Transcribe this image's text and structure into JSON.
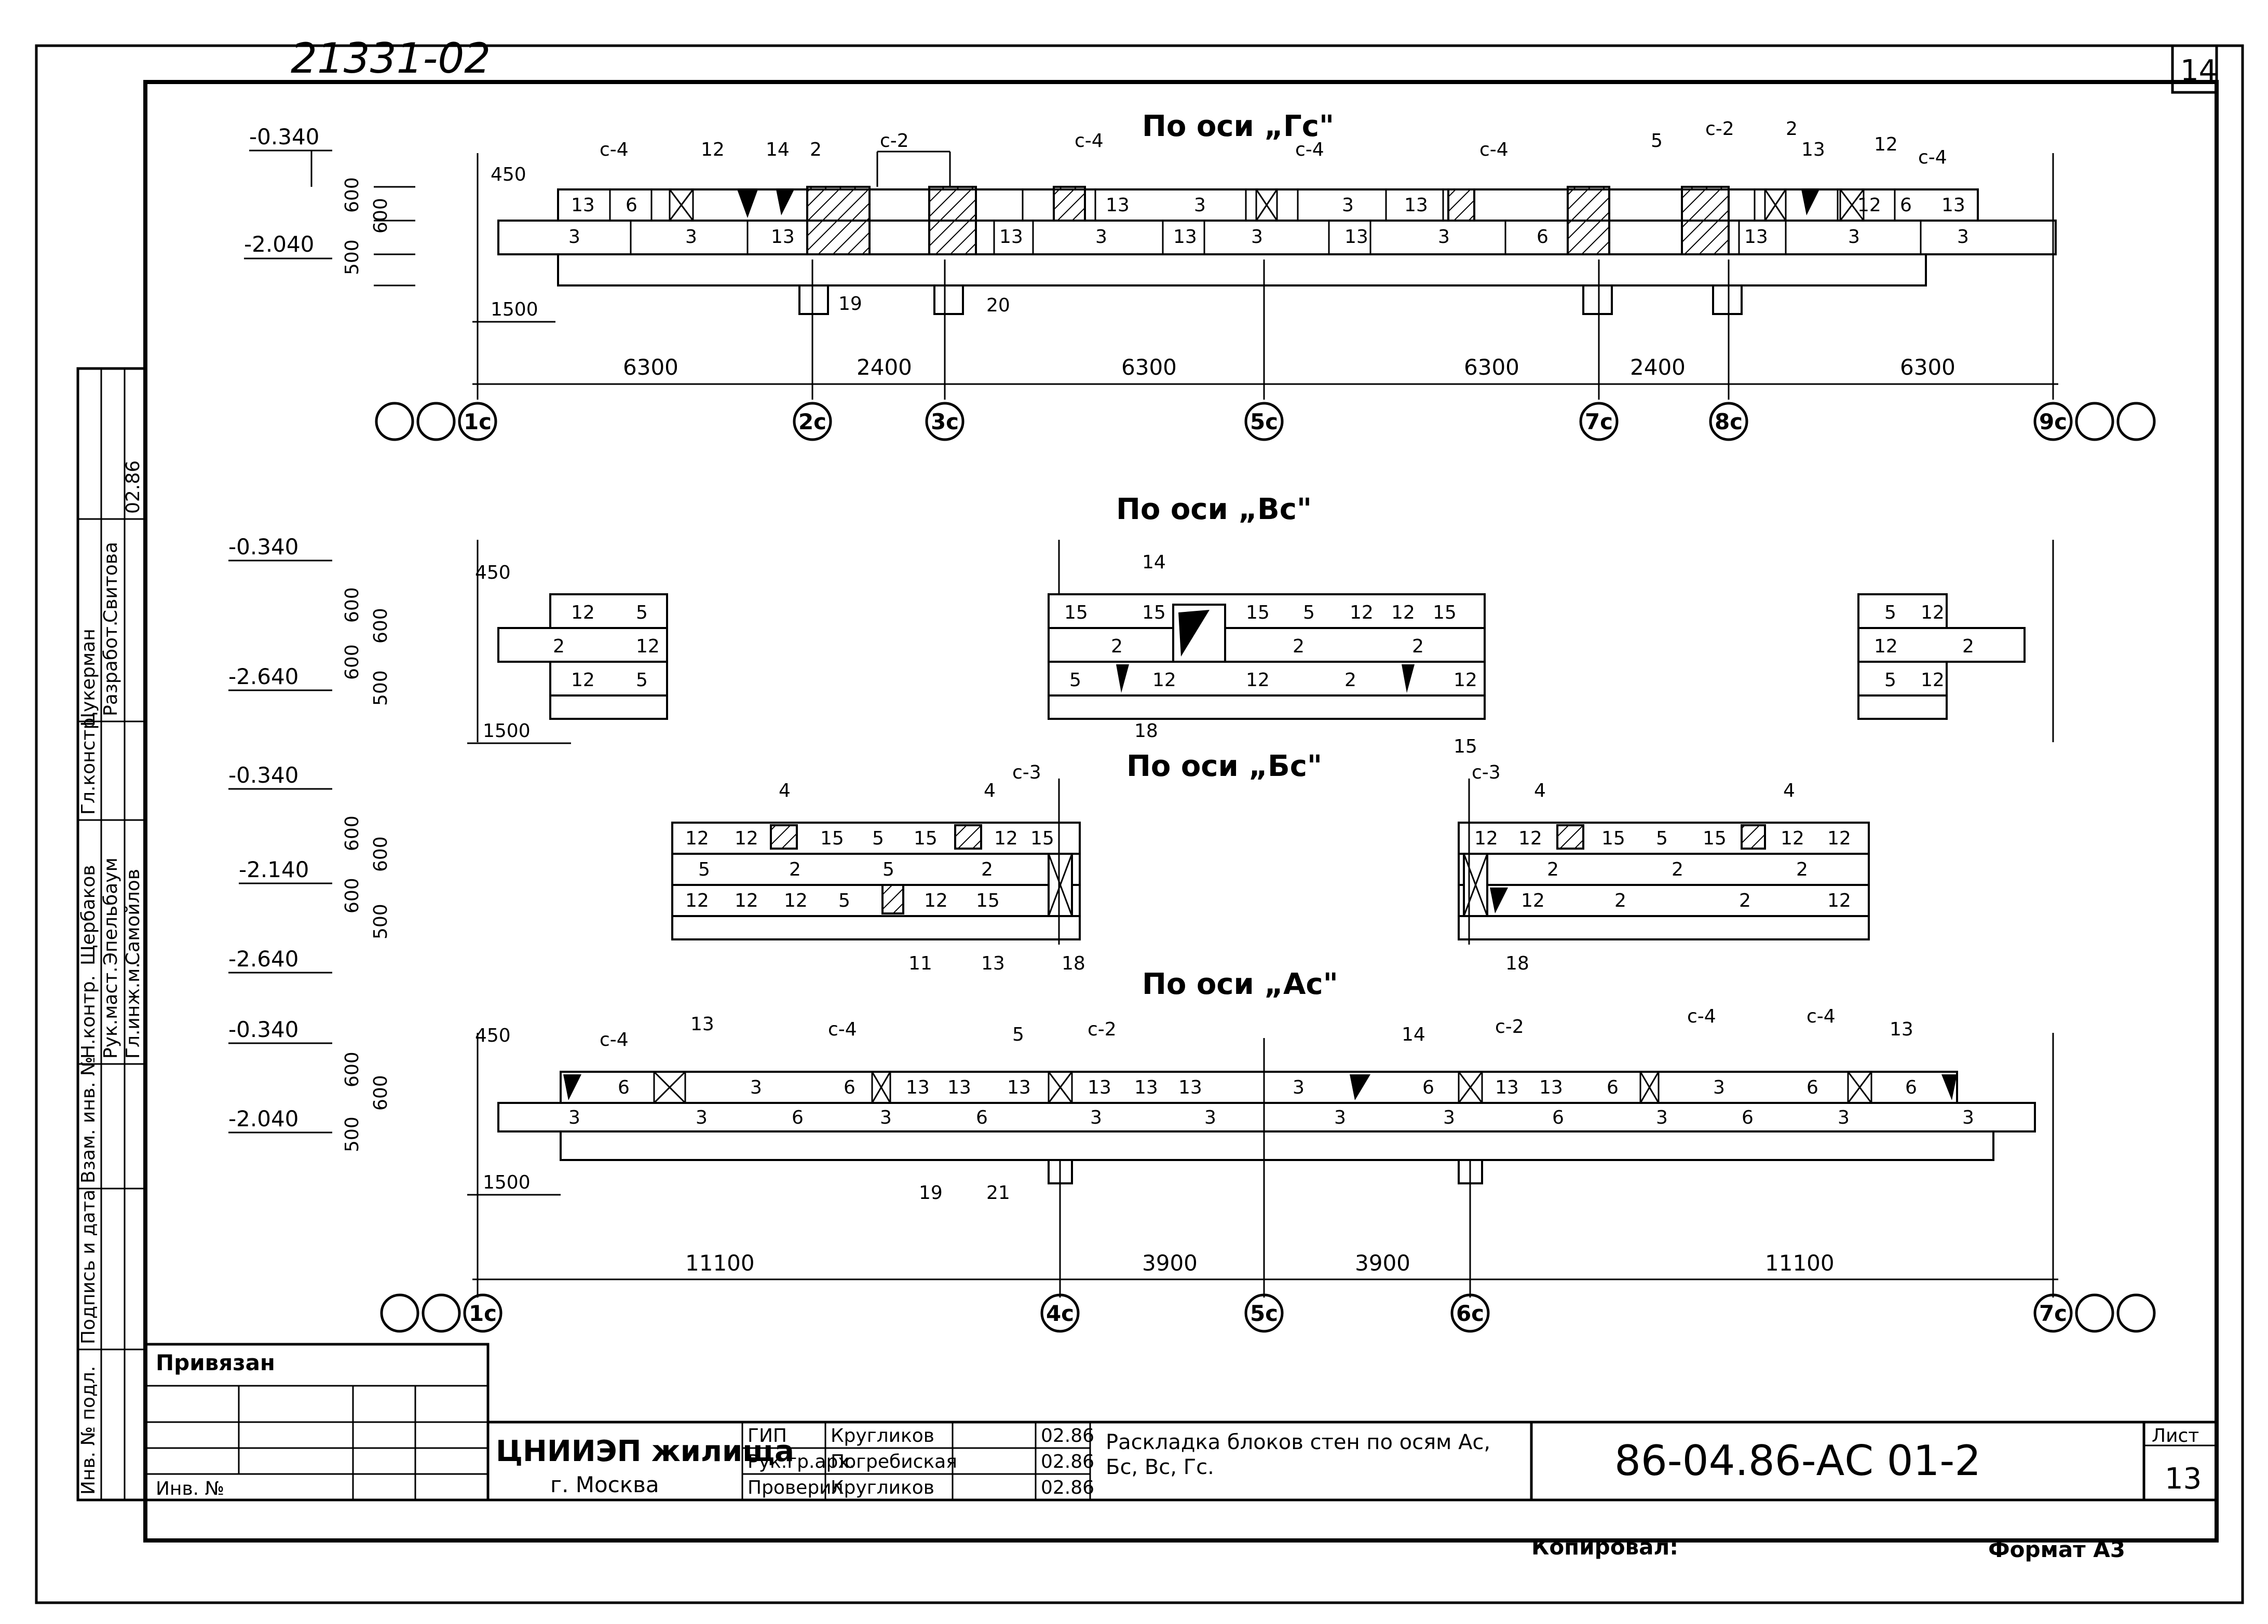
{
  "doc_number_handwritten": "21331-02",
  "sheet_top_right": "14",
  "section_titles": {
    "g": "По оси „Гс\"",
    "v": "По оси „Вс\"",
    "b": "По оси „Бс\"",
    "a": "По оси „Ас\""
  },
  "levels": {
    "g": [
      "-0.340",
      "-2.040"
    ],
    "v": [
      "-0.340",
      "-2.640"
    ],
    "b": [
      "-0.340",
      "-2.140",
      "-2.640"
    ],
    "a": [
      "-0.340",
      "-2.040"
    ]
  },
  "dims_small": {
    "d450": "450",
    "d1500": "1500",
    "d600": "600",
    "d500": "500"
  },
  "axis_g": {
    "spans": [
      "6300",
      "2400",
      "6300",
      "6300",
      "2400",
      "6300"
    ],
    "axes": [
      "1с",
      "2с",
      "3с",
      "5с",
      "7с",
      "8с",
      "9с"
    ]
  },
  "axis_a": {
    "spans": [
      "11100",
      "3900",
      "3900",
      "11100"
    ],
    "axes": [
      "1с",
      "4с",
      "5с",
      "6с",
      "7с"
    ]
  },
  "callouts": {
    "c4": "с-4",
    "c2": "с-2",
    "c3": "с-3",
    "n2": "2",
    "n4": "4",
    "n5": "5",
    "n11": "11",
    "n12": "12",
    "n13": "13",
    "n14": "14",
    "n15": "15",
    "n18": "18",
    "n19": "19",
    "n20": "20",
    "n21": "21"
  },
  "side_stamp": {
    "rows": [
      {
        "role": "Н.контр.",
        "name": "Щербаков"
      },
      {
        "role": "Рук.маст.",
        "name": "Эпельбаум"
      },
      {
        "role": "Гл.инж.м.",
        "name": "Самойлов"
      },
      {
        "role": "Гл.констр.",
        "name": "Цукерман"
      }
    ],
    "author_role": "Разработ.",
    "author_name": "Свитова",
    "date": "02.86",
    "labels": [
      "Взам. инв. №",
      "Подпись и дата",
      "Инв. № подл."
    ]
  },
  "title_block": {
    "privyazan": "Привязан",
    "inv": "Инв. №",
    "org_line1": "ЦНИИЭП жилища",
    "org_line2": "г. Москва",
    "roles": [
      {
        "role": "ГИП",
        "name": "Кругликов",
        "date": "02.86"
      },
      {
        "role": "Рук.гр.арх.",
        "name": "Погребиская",
        "date": "02.86"
      },
      {
        "role": "Проверил",
        "name": "Кругликов",
        "date": "02.86"
      }
    ],
    "description": "Раскладка блоков стен по осям Ас, Бс, Вс, Гс.",
    "code": "86-04.86-АС 01-2",
    "sheet_label": "Лист",
    "sheet_number": "13",
    "copied": "Копировал:",
    "format": "Формат А3"
  }
}
